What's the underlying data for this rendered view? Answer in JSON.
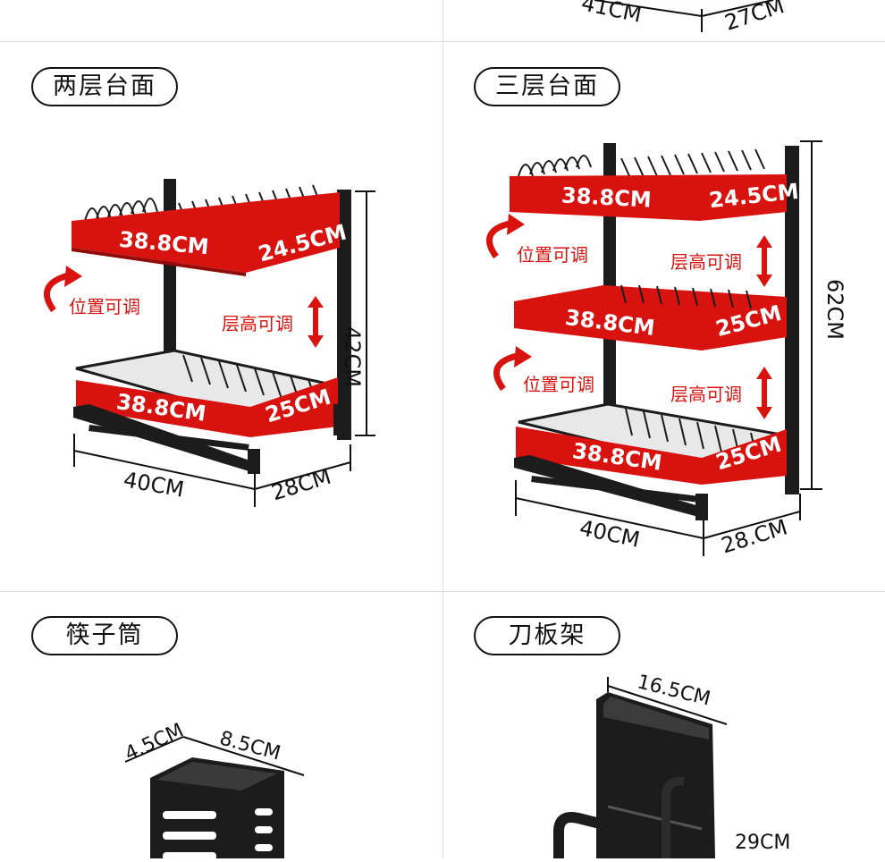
{
  "top_partial": {
    "dim_a": "41CM",
    "dim_b": "27CM"
  },
  "two_tier": {
    "title": "两层台面",
    "top_w": "38.8CM",
    "top_d": "24.5CM",
    "bot_w": "38.8CM",
    "bot_d": "25CM",
    "position_adjust": "位置可调",
    "height_adjust": "层高可调",
    "height": "42CM",
    "width": "40CM",
    "depth": "28CM"
  },
  "three_tier": {
    "title": "三层台面",
    "top_w": "38.8CM",
    "top_d": "24.5CM",
    "mid_w": "38.8CM",
    "mid_d": "25CM",
    "bot_w": "38.8CM",
    "bot_d": "25CM",
    "position_adjust_1": "位置可调",
    "position_adjust_2": "位置可调",
    "height_adjust_1": "层高可调",
    "height_adjust_2": "层高可调",
    "height": "62CM",
    "width": "40CM",
    "depth": "28.CM"
  },
  "chopstick_holder": {
    "title": "筷子筒",
    "dim_a": "4.5CM",
    "dim_b": "8.5CM"
  },
  "knife_rack": {
    "title": "刀板架",
    "width": "16.5CM",
    "height": "29CM"
  },
  "colors": {
    "accent_red": "#d8120f",
    "rack_black": "#1c1c1c",
    "line": "#111111"
  }
}
